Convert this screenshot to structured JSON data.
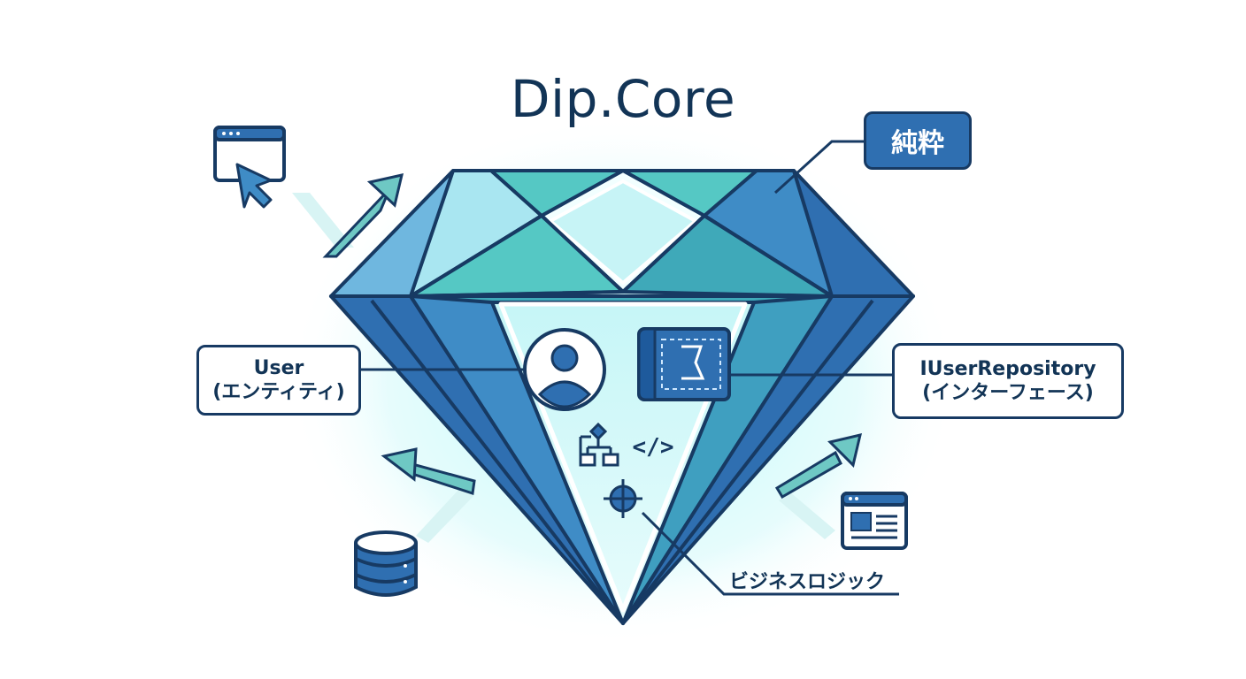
{
  "title": "Dip.Core",
  "badge": "純粋",
  "labels": {
    "entity_name": "User",
    "entity_type": "(エンティティ)",
    "interface_name": "IUserRepository",
    "interface_type": "(インターフェース)",
    "business_logic": "ビジネスロジック"
  },
  "code_symbol": "</>",
  "colors": {
    "navy": "#173a63",
    "blue": "#2f6fb1",
    "teal": "#3fb8b0",
    "light_cyan": "#c7f4f6"
  }
}
